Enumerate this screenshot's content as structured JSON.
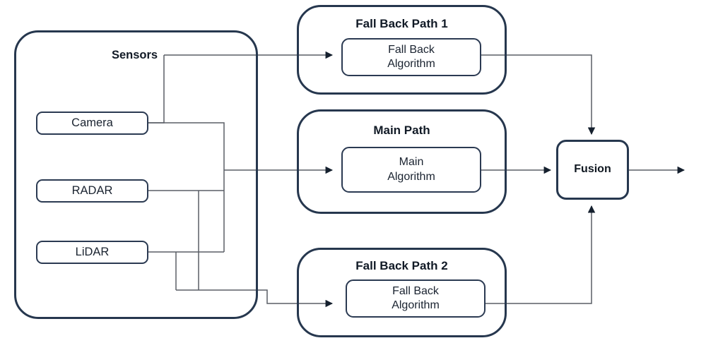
{
  "diagram": {
    "title_label": "Sensors",
    "background_color": "#ffffff",
    "line_color": "#5a5f66",
    "group_border_color": "#26374e",
    "leaf_border_color": "#2b3a52",
    "text_color": "#15202e"
  },
  "sensors_group": {
    "label": "Sensors",
    "items": [
      {
        "label": "Camera"
      },
      {
        "label": "RADAR"
      },
      {
        "label": "LiDAR"
      }
    ]
  },
  "paths": [
    {
      "title": "Fall Back Path 1",
      "algorithm_line1": "Fall Back",
      "algorithm_line2": "Algorithm"
    },
    {
      "title": "Main Path",
      "algorithm_line1": "Main",
      "algorithm_line2": "Algorithm"
    },
    {
      "title": "Fall Back Path 2",
      "algorithm_line1": "Fall Back",
      "algorithm_line2": "Algorithm"
    }
  ],
  "fusion": {
    "label": "Fusion"
  }
}
